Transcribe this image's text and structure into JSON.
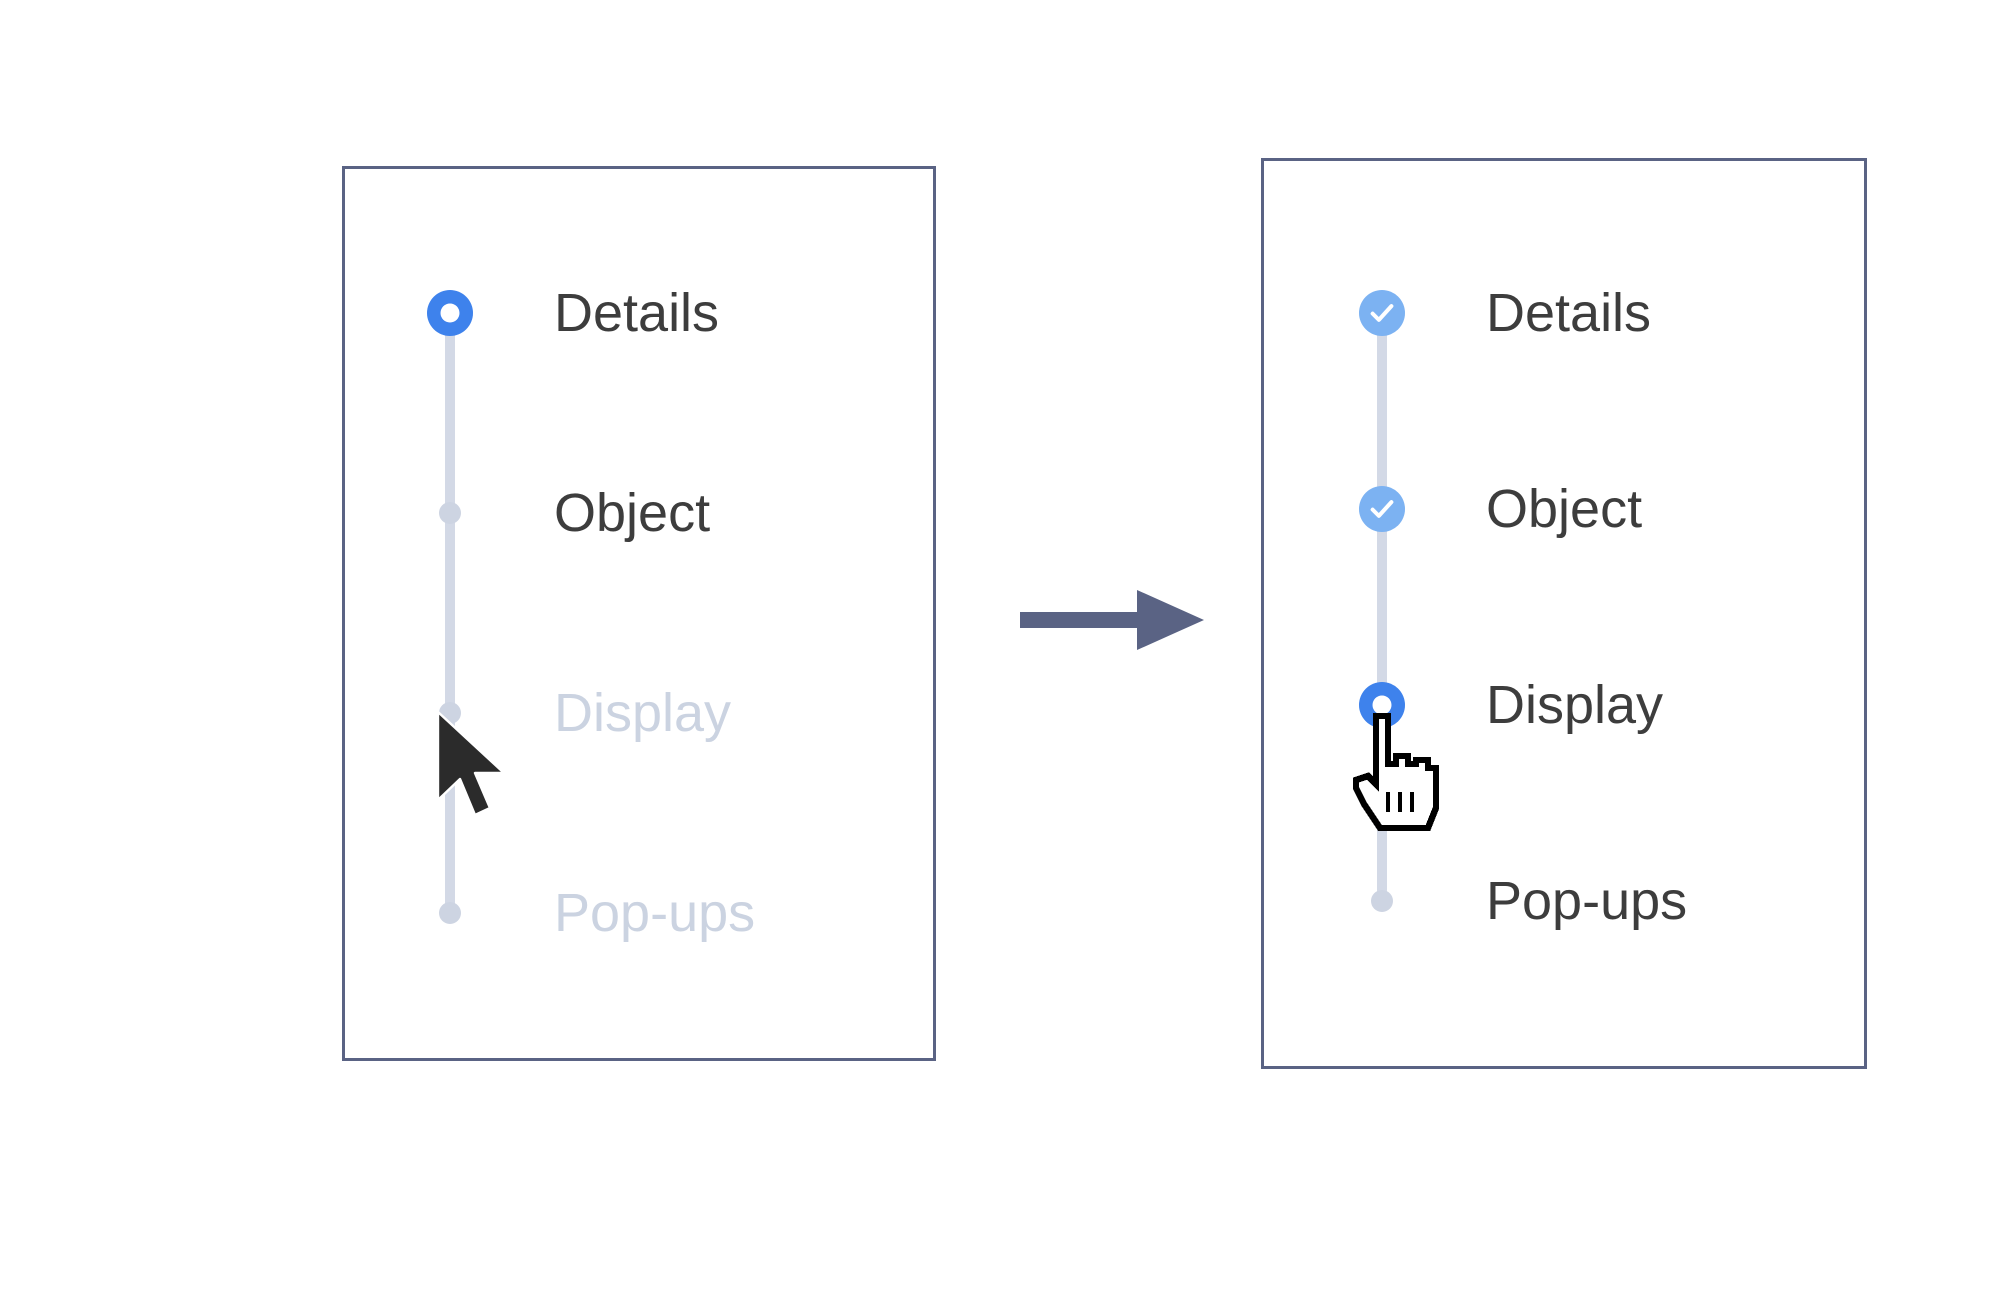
{
  "colors": {
    "panel_border": "#5A6384",
    "arrow": "#5A6384",
    "active_blue": "#3E82EC",
    "completed_blue": "#7CB2F2",
    "pending_gray": "#CDD4E2",
    "connector_gray": "#D3D9E6",
    "label_enabled": "#3D3D3D",
    "label_disabled": "#CBD3E1",
    "background": "#FFFFFF"
  },
  "panels": {
    "before": {
      "name": "before-state-panel",
      "steps": [
        {
          "label": "Details",
          "state": "current",
          "label_state": "enabled",
          "marker_icon": "radio-selected-icon"
        },
        {
          "label": "Object",
          "state": "pending",
          "label_state": "enabled",
          "marker_icon": "dot-icon"
        },
        {
          "label": "Display",
          "state": "pending",
          "label_state": "disabled",
          "marker_icon": "dot-icon"
        },
        {
          "label": "Pop-ups",
          "state": "pending",
          "label_state": "disabled",
          "marker_icon": "dot-icon"
        }
      ],
      "cursor": {
        "type": "arrow-cursor",
        "over_step": "Display"
      }
    },
    "after": {
      "name": "after-state-panel",
      "steps": [
        {
          "label": "Details",
          "state": "done",
          "label_state": "enabled",
          "marker_icon": "check-circle-icon"
        },
        {
          "label": "Object",
          "state": "done",
          "label_state": "enabled",
          "marker_icon": "check-circle-icon"
        },
        {
          "label": "Display",
          "state": "current",
          "label_state": "enabled",
          "marker_icon": "radio-selected-icon"
        },
        {
          "label": "Pop-ups",
          "state": "pending",
          "label_state": "enabled",
          "marker_icon": "dot-icon"
        }
      ],
      "cursor": {
        "type": "pointing-hand-cursor",
        "over_step": "Display"
      }
    }
  },
  "arrow": {
    "name": "transition-arrow",
    "direction": "right"
  }
}
